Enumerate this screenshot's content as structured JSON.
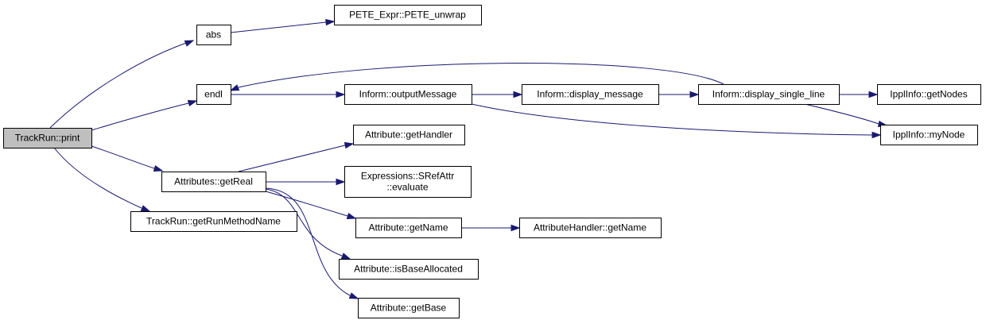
{
  "graph": {
    "edge_color": "#191970",
    "root_fill": "#bfbfbf",
    "nodes": {
      "print": {
        "lines": [
          "TrackRun::print"
        ],
        "root": true
      },
      "abs": {
        "lines": [
          "abs"
        ]
      },
      "pete": {
        "lines": [
          "PETE_Expr::PETE_unwrap"
        ]
      },
      "endl": {
        "lines": [
          "endl"
        ]
      },
      "outmsg": {
        "lines": [
          "Inform::outputMessage"
        ]
      },
      "dispmsg": {
        "lines": [
          "Inform::display_message"
        ]
      },
      "dispsl": {
        "lines": [
          "Inform::display_single_line"
        ]
      },
      "getnodes": {
        "lines": [
          "IpplInfo::getNodes"
        ]
      },
      "mynode": {
        "lines": [
          "IpplInfo::myNode"
        ]
      },
      "getreal": {
        "lines": [
          "Attributes::getReal"
        ]
      },
      "gethandler": {
        "lines": [
          "Attribute::getHandler"
        ]
      },
      "srefattr": {
        "lines": [
          "Expressions::SRefAttr",
          "::evaluate"
        ]
      },
      "getname": {
        "lines": [
          "Attribute::getName"
        ]
      },
      "ahgetname": {
        "lines": [
          "AttributeHandler::getName"
        ]
      },
      "isbase": {
        "lines": [
          "Attribute::isBaseAllocated"
        ]
      },
      "getbase": {
        "lines": [
          "Attribute::getBase"
        ]
      },
      "getrunmethod": {
        "lines": [
          "TrackRun::getRunMethodName"
        ]
      }
    },
    "edges": [
      [
        "print",
        "abs"
      ],
      [
        "abs",
        "pete"
      ],
      [
        "print",
        "endl"
      ],
      [
        "endl",
        "outmsg"
      ],
      [
        "outmsg",
        "dispmsg"
      ],
      [
        "dispmsg",
        "dispsl"
      ],
      [
        "dispsl",
        "endl"
      ],
      [
        "dispsl",
        "getnodes"
      ],
      [
        "dispsl",
        "mynode"
      ],
      [
        "outmsg",
        "mynode"
      ],
      [
        "print",
        "getreal"
      ],
      [
        "print",
        "getrunmethod"
      ],
      [
        "getreal",
        "gethandler"
      ],
      [
        "getreal",
        "srefattr"
      ],
      [
        "getreal",
        "getname"
      ],
      [
        "getreal",
        "isbase"
      ],
      [
        "getreal",
        "getbase"
      ],
      [
        "getname",
        "ahgetname"
      ]
    ]
  }
}
